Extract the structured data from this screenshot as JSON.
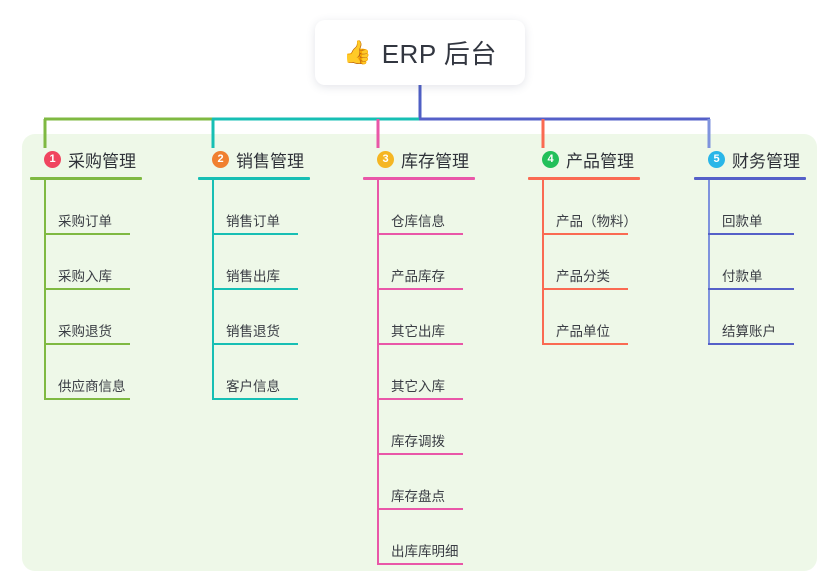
{
  "page": {
    "background": "#ffffff",
    "panel_color": "#eef8e8"
  },
  "root": {
    "icon": "thumbs-up-icon",
    "emoji": "👍",
    "title": "ERP 后台"
  },
  "connector_colors": {
    "trunk": "#4f5fc4",
    "bus_left": "#7fb942",
    "bus_mid": "#17bfb4",
    "bus_right": "#5560c8"
  },
  "columns": [
    {
      "index": "1",
      "title": "采购管理",
      "badge_color": "#f0455f",
      "line_color": "#7fb942",
      "drop_color": "#7fb942",
      "items": [
        {
          "label": "采购订单"
        },
        {
          "label": "采购入库"
        },
        {
          "label": "采购退货"
        },
        {
          "label": "供应商信息"
        }
      ]
    },
    {
      "index": "2",
      "title": "销售管理",
      "badge_color": "#f08030",
      "line_color": "#17bfb4",
      "drop_color": "#17bfb4",
      "items": [
        {
          "label": "销售订单"
        },
        {
          "label": "销售出库"
        },
        {
          "label": "销售退货"
        },
        {
          "label": "客户信息"
        }
      ]
    },
    {
      "index": "3",
      "title": "库存管理",
      "badge_color": "#f5b623",
      "line_color": "#e957a8",
      "drop_color": "#e957a8",
      "items": [
        {
          "label": "仓库信息"
        },
        {
          "label": "产品库存"
        },
        {
          "label": "其它出库"
        },
        {
          "label": "其它入库"
        },
        {
          "label": "库存调拨"
        },
        {
          "label": "库存盘点"
        },
        {
          "label": "出库库明细"
        }
      ]
    },
    {
      "index": "4",
      "title": "产品管理",
      "badge_color": "#22c05a",
      "line_color": "#fa6a52",
      "drop_color": "#fa6a52",
      "items": [
        {
          "label": "产品（物料）"
        },
        {
          "label": "产品分类"
        },
        {
          "label": "产品单位"
        }
      ]
    },
    {
      "index": "5",
      "title": "财务管理",
      "badge_color": "#29b6e8",
      "line_color": "#5560c8",
      "drop_color": "#7f93dd",
      "items": [
        {
          "label": "回款单"
        },
        {
          "label": "付款单"
        },
        {
          "label": "结算账户"
        }
      ]
    }
  ]
}
